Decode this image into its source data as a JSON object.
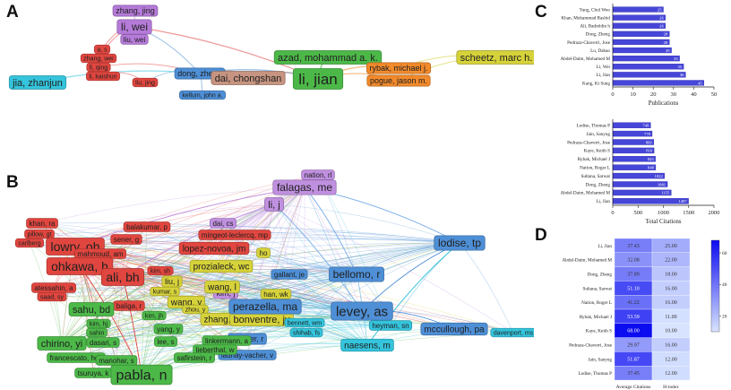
{
  "panels": {
    "a": "A",
    "b": "B",
    "c": "C",
    "d": "D"
  },
  "chart_data": [
    {
      "type": "network",
      "panel": "A",
      "nodes": [
        {
          "label": "zhang, jing",
          "color": "#b57bd9"
        },
        {
          "label": "li, wei",
          "color": "#b57bd9"
        },
        {
          "label": "liu, wei",
          "color": "#b57bd9"
        },
        {
          "label": "a, s",
          "color": "#e0463f"
        },
        {
          "label": "zhang, wei",
          "color": "#e0463f"
        },
        {
          "label": "li, qing",
          "color": "#e0463f"
        },
        {
          "label": "li, kaishun",
          "color": "#e0463f"
        },
        {
          "label": "liu, jing",
          "color": "#e0463f"
        },
        {
          "label": "dong, zheng",
          "color": "#4e8fd6"
        },
        {
          "label": "kellum, john a.",
          "color": "#4e8fd6"
        },
        {
          "label": "jia, zhanjun",
          "color": "#34c4dc"
        },
        {
          "label": "azad, mohammad a. k.",
          "color": "#4cb848"
        },
        {
          "label": "li, jian",
          "color": "#4cb848"
        },
        {
          "label": "dai, chongshan",
          "color": "#c69480"
        },
        {
          "label": "rybak, michael j.",
          "color": "#f28a2c"
        },
        {
          "label": "pogue, jason m.",
          "color": "#f28a2c"
        },
        {
          "label": "scheetz, marc h.",
          "color": "#d6d23a"
        }
      ]
    },
    {
      "type": "network",
      "panel": "B",
      "nodes": [
        {
          "label": "nation, rl",
          "color": "#c090e0"
        },
        {
          "label": "falagas, me",
          "color": "#c090e0"
        },
        {
          "label": "li, j",
          "color": "#c090e0"
        },
        {
          "label": "dai, cs",
          "color": "#c090e0"
        },
        {
          "label": "kim, j",
          "color": "#c090e0"
        },
        {
          "label": "khan, ra",
          "color": "#e0463f"
        },
        {
          "label": "pillow, gt",
          "color": "#e0463f"
        },
        {
          "label": "carlberg",
          "color": "#e0463f"
        },
        {
          "label": "lowry, oh",
          "color": "#e0463f"
        },
        {
          "label": "mahmoud, am",
          "color": "#e0463f"
        },
        {
          "label": "balakumar, p",
          "color": "#e0463f"
        },
        {
          "label": "sener, g",
          "color": "#e0463f"
        },
        {
          "label": "mingeot-leclercq, mp",
          "color": "#e0463f"
        },
        {
          "label": "lopez-novoa, jm",
          "color": "#e0463f"
        },
        {
          "label": "ohkawa, h",
          "color": "#e0463f"
        },
        {
          "label": "ali, bh",
          "color": "#e0463f"
        },
        {
          "label": "atessahin, a",
          "color": "#e0463f"
        },
        {
          "label": "saad, sy",
          "color": "#e0463f"
        },
        {
          "label": "kim, sh",
          "color": "#e0463f"
        },
        {
          "label": "baliga, r",
          "color": "#e0463f"
        },
        {
          "label": "prozialeck, wc",
          "color": "#d6d23a"
        },
        {
          "label": "ho",
          "color": "#d6d23a"
        },
        {
          "label": "liu, j",
          "color": "#d6d23a"
        },
        {
          "label": "kumar, s",
          "color": "#d6d23a"
        },
        {
          "label": "wang, y",
          "color": "#d6d23a"
        },
        {
          "label": "wang, l",
          "color": "#d6d23a"
        },
        {
          "label": "zhou, y",
          "color": "#d6d23a"
        },
        {
          "label": "zhang, j",
          "color": "#d6d23a"
        },
        {
          "label": "han, wk",
          "color": "#d6d23a"
        },
        {
          "label": "bonventre, jv",
          "color": "#d6d23a"
        },
        {
          "label": "lodise, tp",
          "color": "#4e8fd6"
        },
        {
          "label": "gallant, je",
          "color": "#4e8fd6"
        },
        {
          "label": "bellomo, r",
          "color": "#4e8fd6"
        },
        {
          "label": "perazella, ma",
          "color": "#4e8fd6"
        },
        {
          "label": "levey, as",
          "color": "#4e8fd6"
        },
        {
          "label": "mccullough, pa",
          "color": "#4e8fd6"
        },
        {
          "label": "skinner, r",
          "color": "#4e8fd6"
        },
        {
          "label": "launay-vacher, v",
          "color": "#4e8fd6"
        },
        {
          "label": "bennett, wm",
          "color": "#34c4dc"
        },
        {
          "label": "shihab, fs",
          "color": "#34c4dc"
        },
        {
          "label": "heyman, sn",
          "color": "#34c4dc"
        },
        {
          "label": "davenport, ms",
          "color": "#34c4dc"
        },
        {
          "label": "naesens, m",
          "color": "#34c4dc"
        },
        {
          "label": "sahu, bd",
          "color": "#4cb848"
        },
        {
          "label": "chirino, yi",
          "color": "#4cb848"
        },
        {
          "label": "dasari, s",
          "color": "#4cb848"
        },
        {
          "label": "francescato, hdc",
          "color": "#4cb848"
        },
        {
          "label": "manohar, s",
          "color": "#4cb848"
        },
        {
          "label": "tsuruya, k",
          "color": "#4cb848"
        },
        {
          "label": "pabla, n",
          "color": "#4cb848"
        },
        {
          "label": "lee, s",
          "color": "#4cb848"
        },
        {
          "label": "linkermann, a",
          "color": "#4cb848"
        },
        {
          "label": "lieberthal, w",
          "color": "#4cb848"
        },
        {
          "label": "safirstein, r",
          "color": "#4cb848"
        },
        {
          "label": "sahin",
          "color": "#4cb848"
        },
        {
          "label": "kim, hj",
          "color": "#4cb848"
        },
        {
          "label": "yang, y",
          "color": "#4cb848"
        },
        {
          "label": "kim, jh",
          "color": "#4cb848"
        }
      ]
    },
    {
      "type": "bar",
      "panel": "C-top",
      "orientation": "horizontal",
      "xlabel": "Publications",
      "xlim": [
        0,
        50
      ],
      "xticks": [
        "0",
        "10",
        "20",
        "30",
        "40",
        "50"
      ],
      "categories": [
        "Yang, Chul Woo",
        "Khan, Mohammad Rashid",
        "Ali, Badreldin h",
        "Dong, Zheng",
        "Pedraza-Chaverri, Jose",
        "Lu, Dabao",
        "Abdel-Daim, Mohamed M",
        "Li, Wei",
        "Li, Jian",
        "Kang, Ki Sung"
      ],
      "values": [
        25,
        26,
        26,
        28,
        28,
        29,
        33,
        35,
        36,
        45
      ],
      "bar_color": "#4646d8"
    },
    {
      "type": "bar",
      "panel": "C-bottom",
      "orientation": "horizontal",
      "xlabel": "Total Citations",
      "xlim": [
        0,
        2000
      ],
      "xticks": [
        "0",
        "500",
        "1000",
        "1500",
        "2000"
      ],
      "categories": [
        "Lodise, Thomas P",
        "Jain, Sanyog",
        "Pedraza-Chaverri, Jose",
        "Kaye, Keith S",
        "Rybak, Michael J",
        "Nation, Roger L",
        "Sultana, Sarwat",
        "Dong, Zheng",
        "Abdel-Daim, Mohamed M",
        "Li, Jian"
      ],
      "values": [
        749,
        778,
        809,
        816,
        843,
        848,
        1022,
        1081,
        1155,
        1497
      ],
      "bar_color": "#4646d8"
    },
    {
      "type": "heatmap",
      "panel": "D",
      "rows": [
        "Li, Jian",
        "Abdel-Daim, Mohamed M",
        "Dong, Zheng",
        "Sultana, Sarwat",
        "Nation, Roger L",
        "Rybak, Michael J",
        "Kaye, Keith S",
        "Pedraza-Chaverri, Jose",
        "Jain, Sanyog",
        "Lodise, Thomas P"
      ],
      "columns": [
        "Average Citations",
        "H-index"
      ],
      "values": [
        [
          "37.43",
          "25.00"
        ],
        [
          "32.08",
          "22.00"
        ],
        [
          "37.89",
          "18.00"
        ],
        [
          "51.10",
          "16.00"
        ],
        [
          "41.22",
          "16.00"
        ],
        [
          "53.59",
          "11.00"
        ],
        [
          "68.00",
          "10.00"
        ],
        [
          "29.97",
          "16.00"
        ],
        [
          "51.87",
          "12.00"
        ],
        [
          "37.45",
          "12.00"
        ]
      ],
      "colorbar_ticks": [
        "20",
        "40",
        "60"
      ],
      "colormap": [
        "#d8e4ff",
        "#0c0cf0"
      ]
    }
  ]
}
